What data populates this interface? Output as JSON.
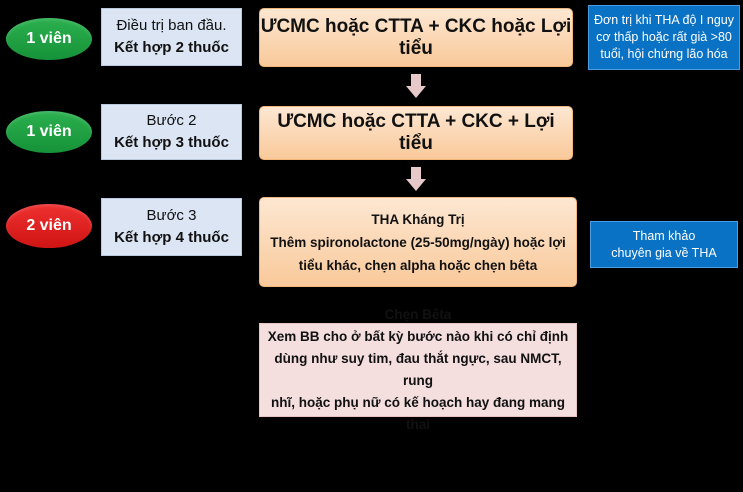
{
  "pills": [
    {
      "label": "1 viên",
      "color": "#1ea446"
    },
    {
      "label": "1 viên",
      "color": "#1ea446"
    },
    {
      "label": "2 viên",
      "color": "#e02020"
    }
  ],
  "steps": [
    {
      "line1": "Điều trị ban đầu.",
      "line2": "Kết hợp 2 thuốc"
    },
    {
      "line1": "Bước 2",
      "line2": "Kết hợp 3 thuốc"
    },
    {
      "line1": "Bước 3",
      "line2": "Kết hợp 4 thuốc"
    }
  ],
  "regimens": {
    "step1": "ƯCMC hoặc CTTA + CKC hoặc  Lợi tiểu",
    "step2": "ƯCMC hoặc CTTA + CKC + Lợi tiểu",
    "step3": {
      "title": "THA Kháng Trị",
      "line1": "Thêm spironolactone (25-50mg/ngày) hoặc lợi",
      "line2": "tiểu khác, chẹn alpha hoặc   chẹn bêta"
    }
  },
  "side_notes": {
    "monotherapy": {
      "line1": "Đơn trị khi THA độ I nguy",
      "line2": "cơ thấp hoặc rất già >80",
      "line3": "tuổi, hội chứng lão hóa"
    },
    "refer": {
      "line1": "Tham khảo",
      "line2": "chuyên gia về THA"
    }
  },
  "beta_box": {
    "title": "Chẹn Bêta",
    "line1": "Xem BB cho ở bất kỳ bước nào khi có chỉ định",
    "line2": "dùng như suy tim, đau thắt ngực, sau NMCT, rung",
    "line3": "nhĩ, hoặc phụ nữ có kế hoạch hay đang mang thai"
  },
  "colors": {
    "step_box": "#dbe5f3",
    "regimen_box": "#fbd6b4",
    "side_box": "#0a72c4",
    "beta_box": "#f4dede"
  }
}
